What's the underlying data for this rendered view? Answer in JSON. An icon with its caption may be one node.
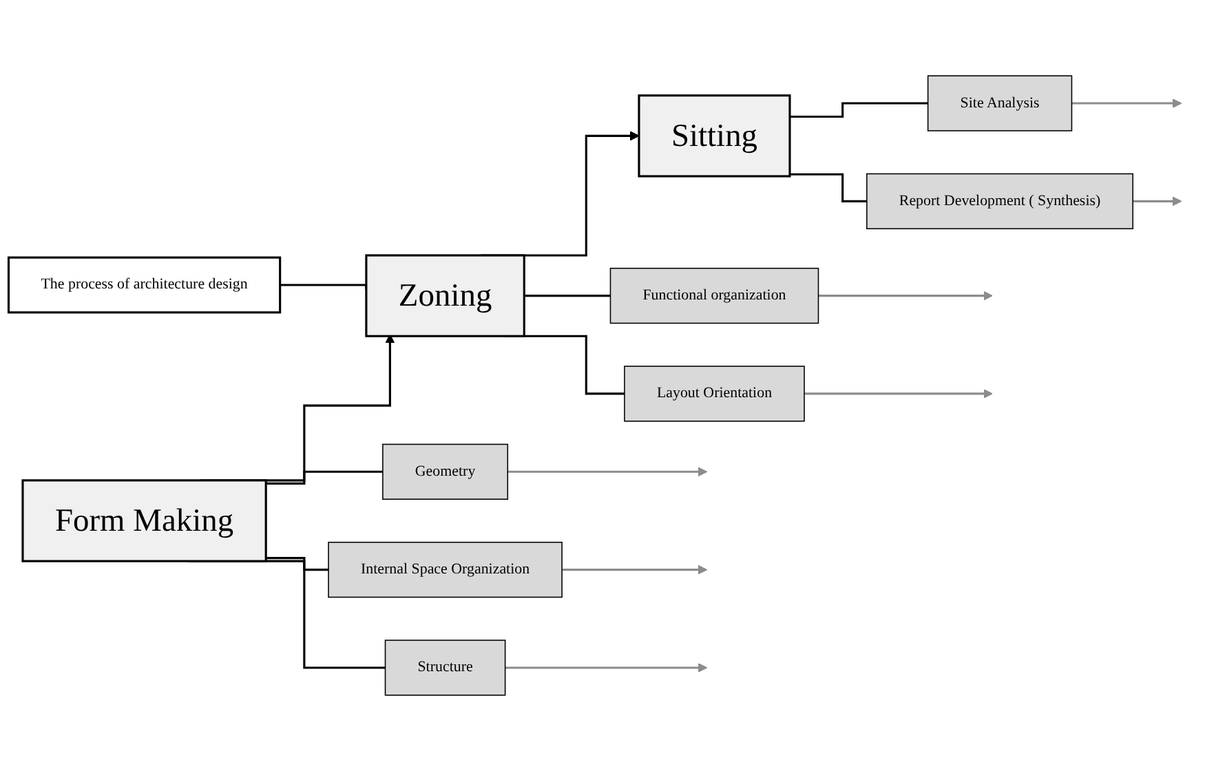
{
  "diagram": {
    "nodes": [
      {
        "text": [
          "The process of architecture design"
        ]
      },
      {
        "text": [
          "Sitting"
        ]
      },
      {
        "text": [
          "Zoning"
        ]
      },
      {
        "text": [
          "Form Making"
        ]
      },
      {
        "text": [
          "Site Analysis"
        ]
      },
      {
        "text": [
          "Report Development ( Synthesis)"
        ]
      },
      {
        "text": [
          "Functional organization"
        ]
      },
      {
        "text": [
          "Layout Orientation"
        ]
      },
      {
        "text": [
          "Geometry"
        ]
      },
      {
        "text": [
          "Internal Space Organization"
        ]
      },
      {
        "text": [
          "Structure"
        ]
      }
    ],
    "edges": [
      {
        "from": 0,
        "to": 2,
        "arrow": "none"
      },
      {
        "from": 3,
        "to": 2,
        "arrow": "to"
      },
      {
        "from": 2,
        "to": 1,
        "arrow": "to"
      },
      {
        "from": 1,
        "to": 4,
        "arrow": "none"
      },
      {
        "from": 1,
        "to": 5,
        "arrow": "none"
      },
      {
        "from": 2,
        "to": 6,
        "arrow": "none"
      },
      {
        "from": 2,
        "to": 7,
        "arrow": "none"
      },
      {
        "from": 3,
        "to": 8,
        "arrow": "none"
      },
      {
        "from": 3,
        "to": 9,
        "arrow": "none"
      },
      {
        "from": 3,
        "to": 10,
        "arrow": "none"
      },
      {
        "from": 4,
        "to": null,
        "arrow": "to",
        "color": "#8c8c8c"
      },
      {
        "from": 5,
        "to": null,
        "arrow": "to",
        "color": "#8c8c8c"
      },
      {
        "from": 6,
        "to": null,
        "arrow": "to",
        "color": "#8c8c8c"
      },
      {
        "from": 7,
        "to": null,
        "arrow": "to",
        "color": "#8c8c8c"
      },
      {
        "from": 8,
        "to": null,
        "arrow": "to",
        "color": "#8c8c8c"
      },
      {
        "from": 9,
        "to": null,
        "arrow": "to",
        "color": "#8c8c8c"
      },
      {
        "from": 10,
        "to": null,
        "arrow": "to",
        "color": "#8c8c8c"
      }
    ]
  }
}
